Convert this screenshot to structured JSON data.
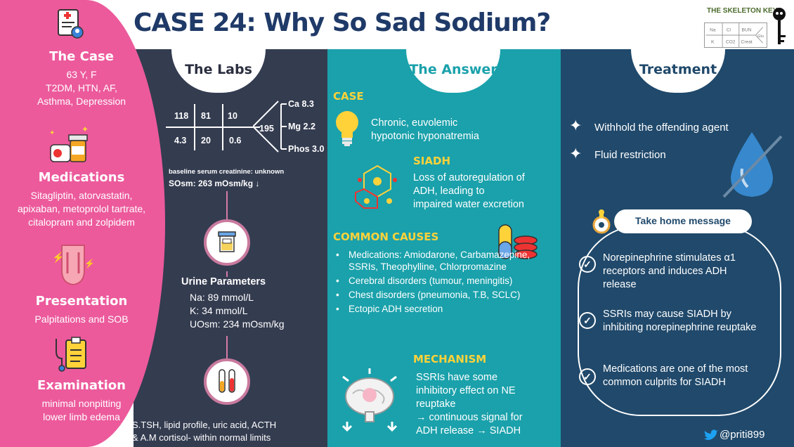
{
  "header": {
    "title": "CASE 24: Why So Sad Sodium?",
    "brand": "THE SKELETON KEY",
    "brand_grid": [
      "Na",
      "Cl",
      "BUN",
      "Glu",
      "K",
      "CO2",
      "Creat"
    ]
  },
  "case": {
    "heading": "The Case",
    "lines": [
      "63 Y, F",
      "T2DM, HTN, AF,",
      "Asthma, Depression"
    ]
  },
  "medications": {
    "heading": "Medications",
    "lines": [
      "Sitagliptin, atorvastatin,",
      "apixaban, metoprolol tartrate,",
      "citalopram and zolpidem"
    ]
  },
  "presentation": {
    "heading": "Presentation",
    "lines": [
      "Palpitations and SOB"
    ]
  },
  "examination": {
    "heading": "Examination",
    "lines": [
      "minimal nonpitting",
      "lower limb edema"
    ]
  },
  "labs": {
    "tab": "The Labs",
    "na": "118",
    "cl": "81",
    "bun": "10",
    "k": "4.3",
    "co2": "20",
    "creat": "0.6",
    "glucose": "195",
    "ca": "Ca 8.3",
    "mg": "Mg 2.2",
    "phos": "Phos 3.0",
    "baseline": "baseline serum creatinine: unknown",
    "sosm": "SOsm: 263 mOsm/kg ↓",
    "urine_heading": "Urine Parameters",
    "urine": [
      "Na: 89 mmol/L",
      "K: 34 mmol/L",
      "UOsm: 234 mOsm/kg"
    ],
    "other": [
      "S.TSH, lipid profile, uric acid, ACTH",
      "& A.M cortisol- within normal limits"
    ]
  },
  "answer": {
    "tab": "The Answer",
    "case_label": "CASE",
    "case_text": [
      "Chronic, euvolemic",
      "hypotonic hyponatremia"
    ],
    "siadh_label": "SIADH",
    "siadh_text": [
      "Loss of autoregulation of",
      "ADH, leading to",
      "impaired water excretion"
    ],
    "causes_label": "COMMON CAUSES",
    "causes": [
      "Medications: Amiodarone, Carbamazepine, SSRIs, Theophylline, Chlorpromazine",
      "Cerebral disorders (tumour, meningitis)",
      "Chest disorders (pneumonia, T.B, SCLC)",
      "Ectopic ADH secretion"
    ],
    "mechanism_label": "MECHANISM",
    "mechanism_text": [
      "SSRIs have some",
      "inhibitory effect on NE",
      "reuptake",
      "→ continuous signal for",
      "ADH release → SIADH"
    ]
  },
  "treatment": {
    "tab": "Treatment",
    "items": [
      "Withhold the offending agent",
      "Fluid restriction"
    ],
    "takehome_label": "Take home message",
    "messages": [
      [
        "Norepinephrine stimulates α1",
        "receptors and induces ADH",
        "release"
      ],
      [
        "SSRIs may cause SIADH by",
        "inhibiting norepinephrine reuptake"
      ],
      [
        "Medications are one of the most",
        "common culprits for SIADH"
      ]
    ],
    "twitter": "@priti899"
  },
  "colors": {
    "pink": "#ec5a9c",
    "labs_bg": "#343c50",
    "answer_bg": "#1aa1ab",
    "treat_bg": "#20496b",
    "title": "#1f3a68",
    "accent_yellow": "#ffd23a"
  }
}
